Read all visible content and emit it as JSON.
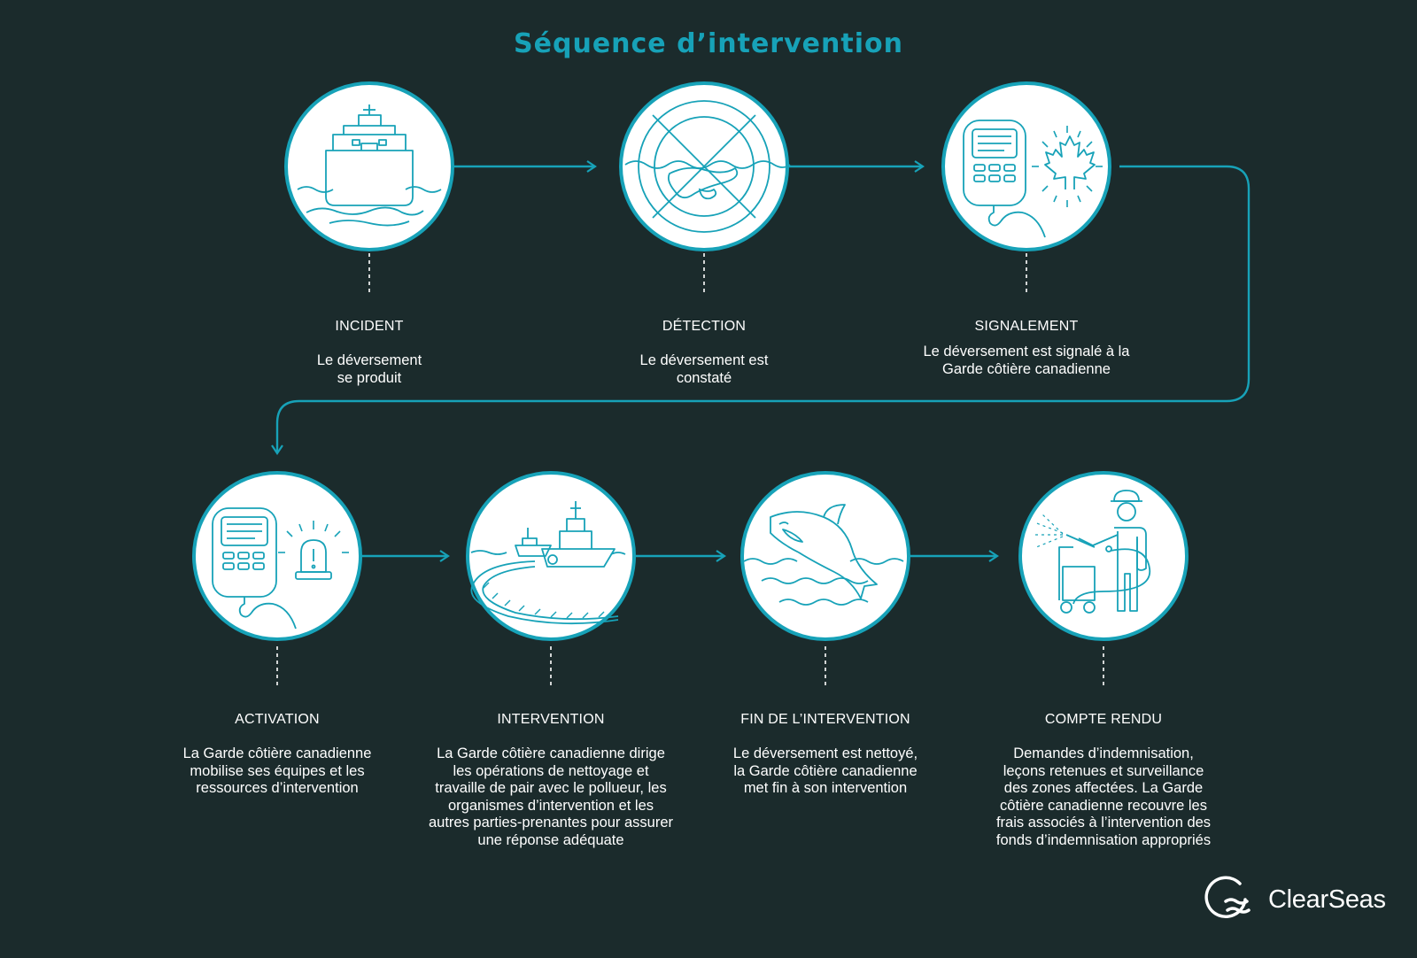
{
  "title": "Séquence d’intervention",
  "steps": [
    {
      "label": "INCIDENT",
      "desc": "Le déversement se produit",
      "icon": "tanker-ship-spill-icon"
    },
    {
      "label": "DÉTECTION",
      "desc": "Le déversement est constaté",
      "icon": "spill-detection-icon"
    },
    {
      "label": "SIGNALEMENT",
      "desc": "Le déversement est signalé à la Garde côtière canadienne",
      "icon": "radio-maple-leaf-icon"
    },
    {
      "label": "ACTIVATION",
      "desc": "La Garde côtière canadienne mobilise ses équipes et les ressources d’intervention",
      "icon": "radio-alert-light-icon"
    },
    {
      "label": "INTERVENTION",
      "desc": "La Garde côtière canadienne dirige les opérations de nettoyage et travaille de pair avec le pollueur, les organismes d’intervention et les autres parties-prenantes pour assurer une réponse adéquate",
      "icon": "vessels-boom-icon"
    },
    {
      "label": "FIN DE L’INTERVENTION",
      "desc": "Le déversement est nettoyé, la Garde côtière canadienne met fin à son intervention",
      "icon": "orca-jumping-icon"
    },
    {
      "label": "COMPTE RENDU",
      "desc": "Demandes d’indemnisation, leçons retenues et surveillance des zones affectées. La Garde côtière canadienne recouvre les frais associés à l’intervention des fonds d’indemnisation appropriés",
      "icon": "pressure-washer-worker-icon"
    }
  ],
  "brand": {
    "name": "ClearSeas",
    "icon": "clearseas-logo-icon"
  },
  "colors": {
    "background": "#1b2b2c",
    "accent": "#17a2b8",
    "text": "#ffffff"
  }
}
